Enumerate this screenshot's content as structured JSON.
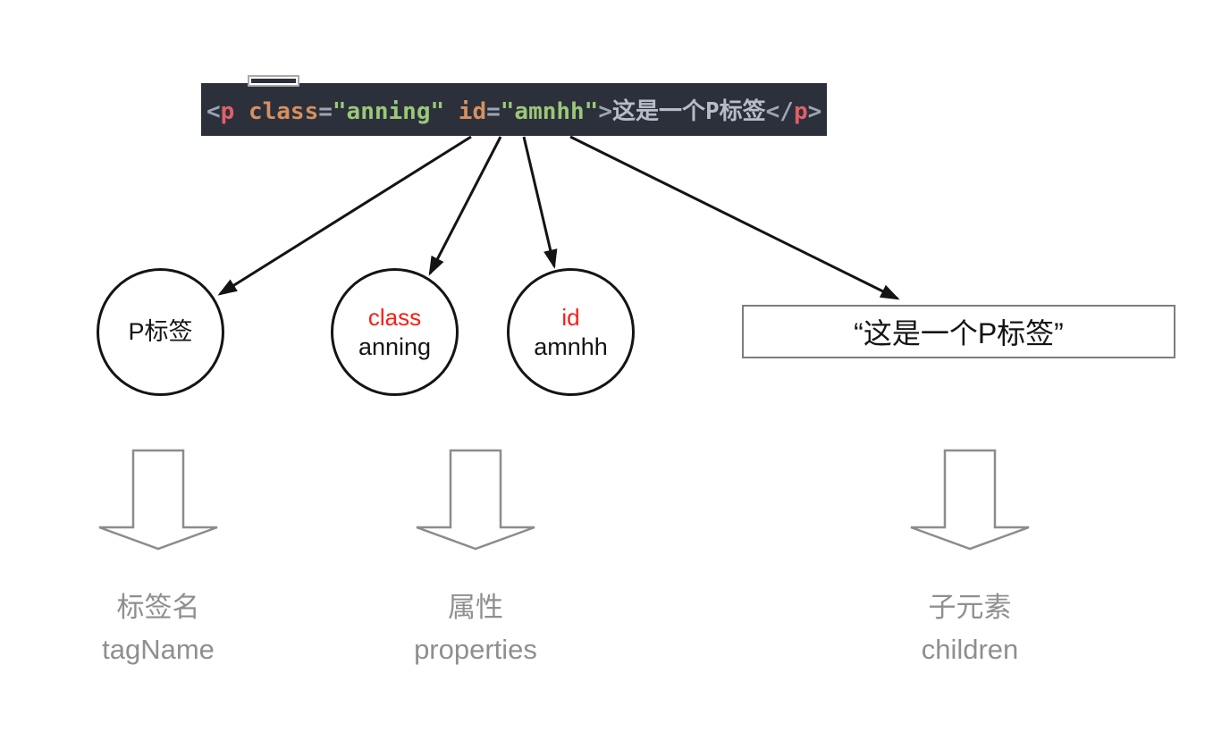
{
  "code_block": {
    "tokens": [
      {
        "t": "<",
        "c": "punct"
      },
      {
        "t": "p",
        "c": "tag"
      },
      {
        "t": " ",
        "c": "punct"
      },
      {
        "t": "class",
        "c": "attr"
      },
      {
        "t": "=",
        "c": "punct"
      },
      {
        "t": "\"anning\"",
        "c": "str"
      },
      {
        "t": " ",
        "c": "punct"
      },
      {
        "t": "id",
        "c": "attr"
      },
      {
        "t": "=",
        "c": "punct"
      },
      {
        "t": "\"amnhh\"",
        "c": "str"
      },
      {
        "t": ">",
        "c": "punct"
      },
      {
        "t": "这是一个P标签",
        "c": "text"
      },
      {
        "t": "</",
        "c": "punct"
      },
      {
        "t": "p",
        "c": "tag"
      },
      {
        "t": ">",
        "c": "punct"
      }
    ]
  },
  "nodes": {
    "tag_circle": {
      "label": "P标签"
    },
    "class_circle": {
      "attr": "class",
      "value": "anning"
    },
    "id_circle": {
      "attr": "id",
      "value": "amnhh"
    },
    "children_box": {
      "text": "“这是一个P标签”"
    }
  },
  "legend": [
    {
      "zh": "标签名",
      "en": "tagName"
    },
    {
      "zh": "属性",
      "en": "properties"
    },
    {
      "zh": "子元素",
      "en": "children"
    }
  ],
  "colors": {
    "code_background": "#2b303b",
    "code_tag": "#e06069",
    "code_attr": "#d6905f",
    "code_string": "#9bc878",
    "code_punct": "#9da5b4",
    "attr_name_red": "#fb1d12",
    "node_stroke": "#141414",
    "box_stroke": "#7d7d7d",
    "hollow_arrow_stroke": "#8c8c8c",
    "legend_gray": "#8f8f8f"
  }
}
